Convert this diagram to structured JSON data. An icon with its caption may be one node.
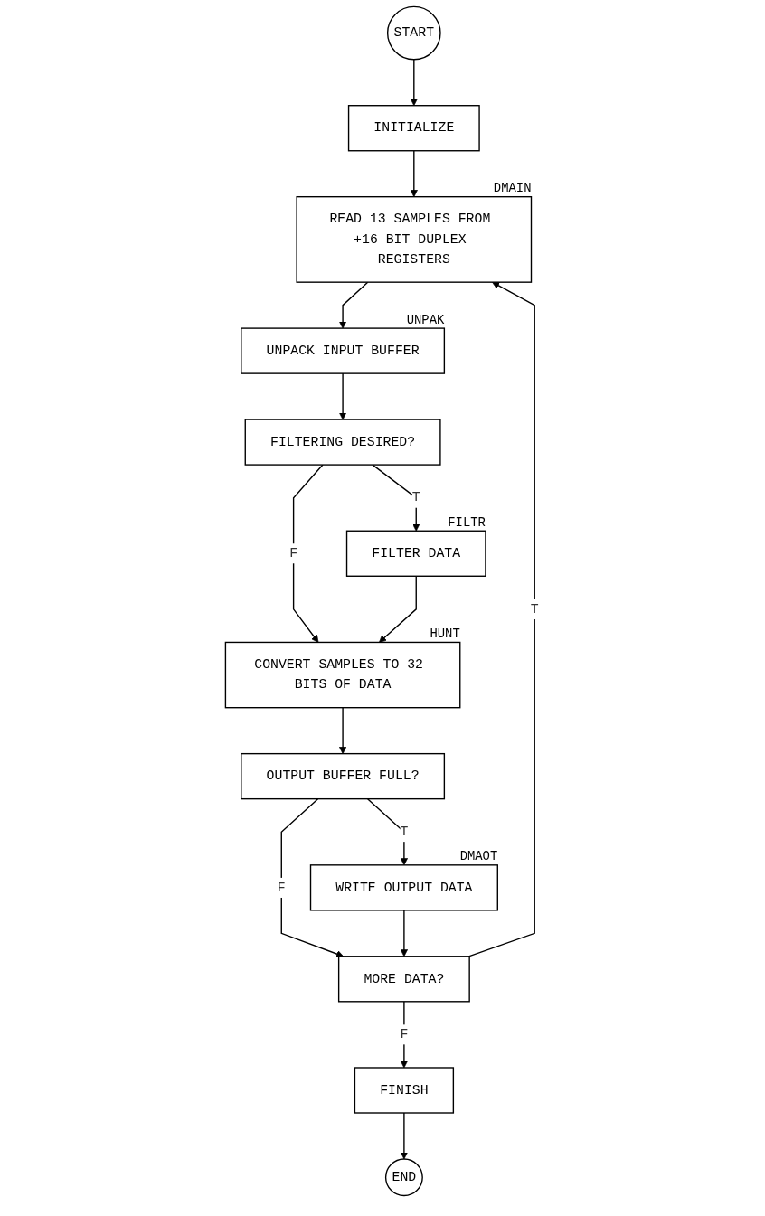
{
  "diagram": {
    "nodes": [
      {
        "text": [
          "START"
        ]
      },
      {
        "text": [
          "INITIALIZE"
        ]
      },
      {
        "text": [
          "READ 13 SAMPLES FROM +16 BIT DUPLEX REGISTERS"
        ],
        "beside": [
          "DMAIN"
        ]
      },
      {
        "text": [
          "UNPACK INPUT BUFFER"
        ],
        "beside": [
          "UNPAK"
        ]
      },
      {
        "text": [
          "FILTERING DESIRED?"
        ]
      },
      {
        "text": [
          "FILTER DATA"
        ],
        "beside": [
          "FILTR"
        ]
      },
      {
        "text": [
          "CONVERT SAMPLES TO 32 BITS OF DATA"
        ],
        "beside": [
          "HUNT"
        ]
      },
      {
        "text": [
          "OUTPUT BUFFER FULL?"
        ]
      },
      {
        "text": [
          "WRITE OUTPUT DATA"
        ],
        "beside": [
          "DMAOT"
        ]
      },
      {
        "text": [
          "MORE DATA?"
        ]
      },
      {
        "text": [
          "FINISH"
        ]
      },
      {
        "text": [
          "END"
        ]
      }
    ],
    "edges": [
      {
        "from": 0,
        "to": 1,
        "arrow": "to"
      },
      {
        "from": 1,
        "to": 2,
        "arrow": "to"
      },
      {
        "from": 2,
        "to": 3,
        "arrow": "to"
      },
      {
        "from": 3,
        "to": 4,
        "arrow": "to"
      },
      {
        "from": 4,
        "to": 5,
        "arrow": "to",
        "label": "T"
      },
      {
        "from": 4,
        "to": 6,
        "arrow": "to",
        "label": "F"
      },
      {
        "from": 5,
        "to": 6,
        "arrow": "to"
      },
      {
        "from": 6,
        "to": 7,
        "arrow": "to"
      },
      {
        "from": 7,
        "to": 8,
        "arrow": "to",
        "label": "T"
      },
      {
        "from": 7,
        "to": 9,
        "arrow": "to",
        "label": "F"
      },
      {
        "from": 8,
        "to": 9,
        "arrow": "to"
      },
      {
        "from": 9,
        "to": 2,
        "arrow": "to",
        "label": "T"
      },
      {
        "from": 9,
        "to": 10,
        "arrow": "to",
        "label": "F"
      },
      {
        "from": 10,
        "to": 11,
        "arrow": "to"
      }
    ]
  }
}
